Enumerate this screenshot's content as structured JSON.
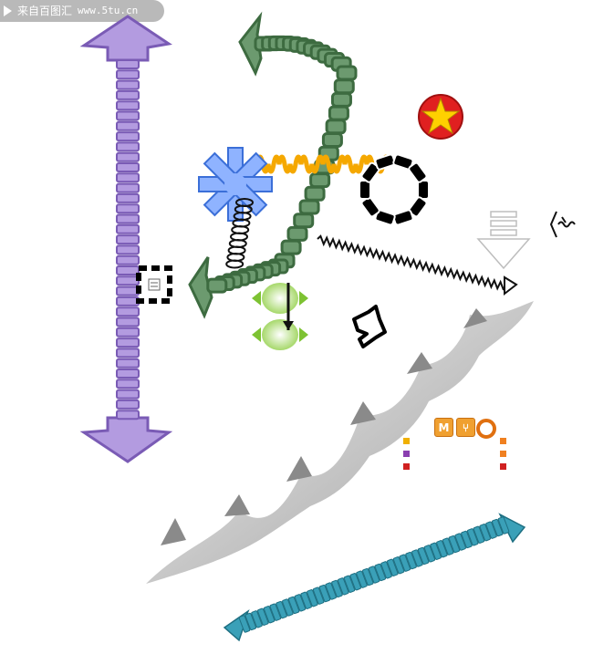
{
  "watermark": {
    "text": "来自百图汇",
    "site": "www.5tu.cn"
  },
  "mini_icons": {
    "tile_1": "M",
    "tile_2": "⑂"
  },
  "colors": {
    "purple_arrow": "#b39be0",
    "purple_stroke": "#7a5bb5",
    "green_chain": "#6c9a6f",
    "green_stroke": "#3d6b40",
    "orange_wave": "#f5a800",
    "blue_star": "#8fb3ff",
    "teal_arrow": "#3aa0b8",
    "red_star_bg": "#e02020",
    "yellow_star": "#ffd000",
    "gray_wave": "#9a9a9a"
  },
  "icons": [
    "purple-double-arrow-icon",
    "green-chain-arrow-icon",
    "red-star-badge-icon",
    "blue-asterisk-icon",
    "orange-spring-icon",
    "black-chain-ring-icon",
    "white-down-arrow-icon",
    "teal-double-arrow-icon",
    "gray-wave-arrows-icon"
  ]
}
